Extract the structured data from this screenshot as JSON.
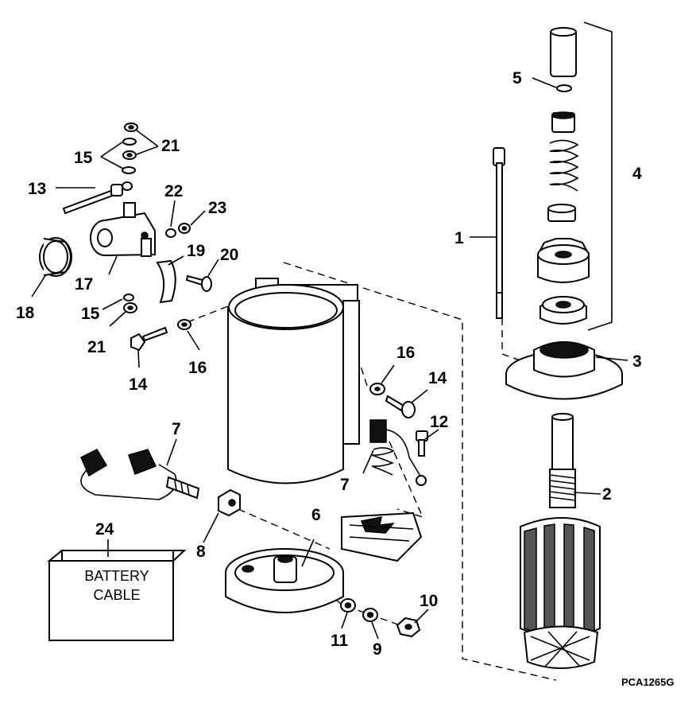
{
  "callouts": {
    "c1": "1",
    "c2": "2",
    "c3": "3",
    "c4": "4",
    "c5": "5",
    "c6": "6",
    "c7a": "7",
    "c7b": "7",
    "c8": "8",
    "c9": "9",
    "c10": "10",
    "c11": "11",
    "c12": "12",
    "c13": "13",
    "c14a": "14",
    "c14b": "14",
    "c15a": "15",
    "c15b": "15",
    "c16a": "16",
    "c16b": "16",
    "c17": "17",
    "c18": "18",
    "c19": "19",
    "c20": "20",
    "c21a": "21",
    "c21b": "21",
    "c22": "22",
    "c23": "23",
    "c24": "24"
  },
  "battery_box": {
    "line1": "BATTERY",
    "line2": "CABLE"
  },
  "drawing_code": "PCA1265G"
}
